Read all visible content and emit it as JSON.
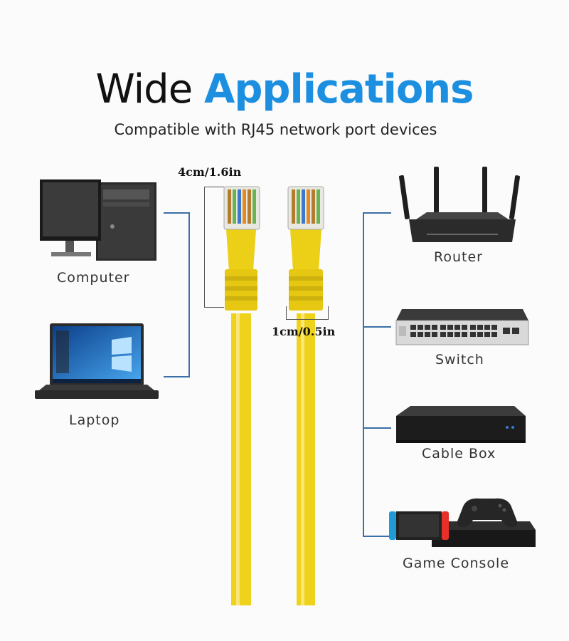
{
  "header": {
    "title_word1": "Wide",
    "title_word2": "Applications",
    "subtitle": "Compatible with RJ45 network port devices"
  },
  "dimensions": {
    "connector_length": "4cm/1.6in",
    "connector_width": "1cm/0.5in"
  },
  "left_devices": [
    {
      "label": "Computer",
      "icon": "desktop-computer-icon"
    },
    {
      "label": "Laptop",
      "icon": "laptop-icon"
    }
  ],
  "right_devices": [
    {
      "label": "Router",
      "icon": "router-icon"
    },
    {
      "label": "Switch",
      "icon": "network-switch-icon"
    },
    {
      "label": "Cable Box",
      "icon": "cable-box-icon"
    },
    {
      "label": "Game Console",
      "icon": "game-console-icon"
    }
  ],
  "colors": {
    "accent": "#1d8fe0",
    "cable": "#f2d21b",
    "connector_line": "#3b6fa8"
  }
}
